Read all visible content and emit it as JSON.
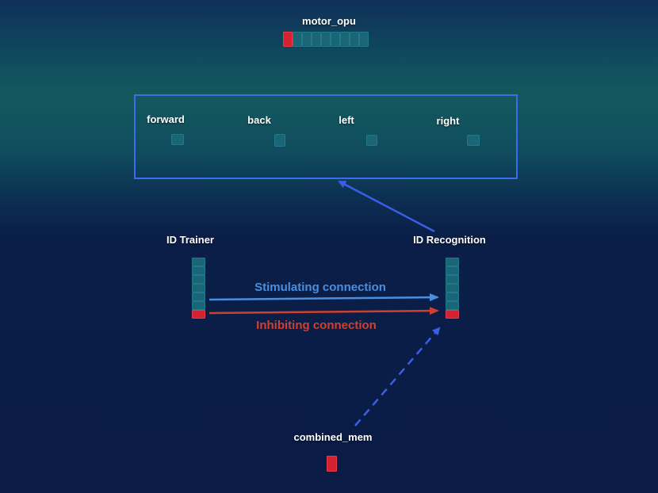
{
  "colors": {
    "neuron_idle": "#1a6677",
    "neuron_active": "#d42231",
    "group_border": "#3a6df0",
    "stimulating": "#4a8ee0",
    "inhibiting": "#d04030",
    "link": "#3a5ee8"
  },
  "motor_opu": {
    "label": "motor_opu",
    "cells": [
      true,
      false,
      false,
      false,
      false,
      false,
      false,
      false,
      false
    ]
  },
  "motor_group": {
    "outputs": [
      {
        "label": "forward"
      },
      {
        "label": "back"
      },
      {
        "label": "left"
      },
      {
        "label": "right"
      }
    ]
  },
  "id_trainer": {
    "label": "ID Trainer",
    "cells": [
      false,
      false,
      false,
      false,
      false,
      false,
      true
    ]
  },
  "id_recognition": {
    "label": "ID Recognition",
    "cells": [
      false,
      false,
      false,
      false,
      false,
      false,
      true
    ]
  },
  "connections": {
    "stimulating_label": "Stimulating connection",
    "inhibiting_label": "Inhibiting connection"
  },
  "combined_mem": {
    "label": "combined_mem",
    "cells": [
      true
    ]
  }
}
